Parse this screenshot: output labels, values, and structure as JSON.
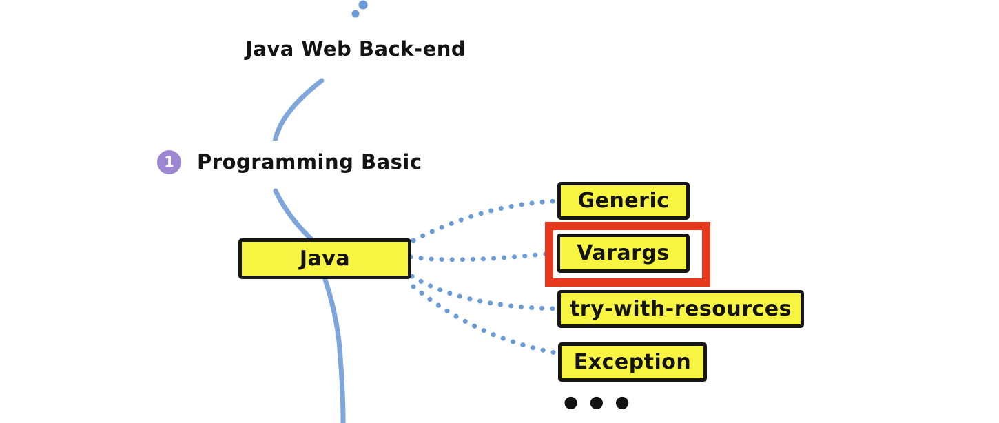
{
  "diagram": {
    "type": "mindmap",
    "root": {
      "label": "Java Web Back-end"
    },
    "branch": {
      "index": "1",
      "label": "Programming Basic"
    },
    "node": {
      "label": "Java"
    },
    "children": [
      {
        "label": "Generic",
        "highlighted": false
      },
      {
        "label": "Varargs",
        "highlighted": true
      },
      {
        "label": "try-with-resources",
        "highlighted": false
      },
      {
        "label": "Exception",
        "highlighted": false
      }
    ],
    "more_label": "•••",
    "colors": {
      "topic_fill": "#F8F442",
      "topic_border": "#161616",
      "branch_line": "#7FA6DA",
      "connector_dots": "#6B9BD7",
      "badge_fill": "#9D87D2",
      "badge_text": "#FFFFFF",
      "highlight_box": "#E6391D",
      "text": "#141414",
      "background": "#FFFFFF"
    }
  }
}
